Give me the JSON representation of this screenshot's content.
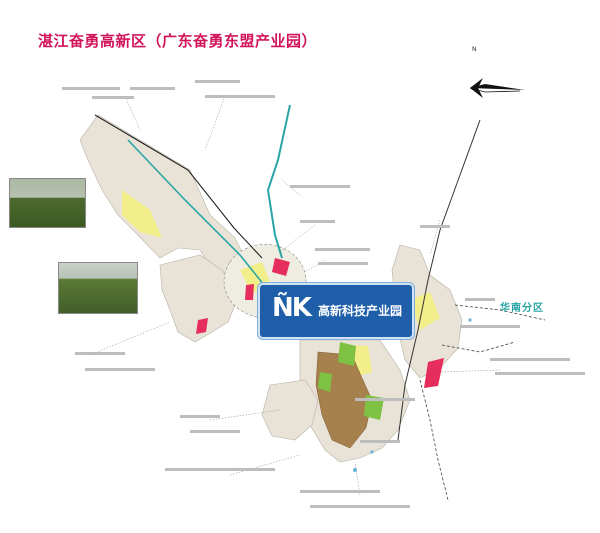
{
  "title": "湛江奋勇高新区（广东奋勇东盟产业园）",
  "north_label": "N",
  "badge": {
    "mark": "ÑK",
    "text": "高新科技产业园"
  },
  "teal_label": "华南分区",
  "colors": {
    "title": "#d2145a",
    "badge_bg": "#1f5faa",
    "teal": "#2aa5a5",
    "zone_beige": "#e8e3d6",
    "zone_yellow": "#f2ef8a",
    "zone_brown": "#a6814d",
    "zone_green": "#7dc242",
    "zone_red": "#e62e5c"
  }
}
